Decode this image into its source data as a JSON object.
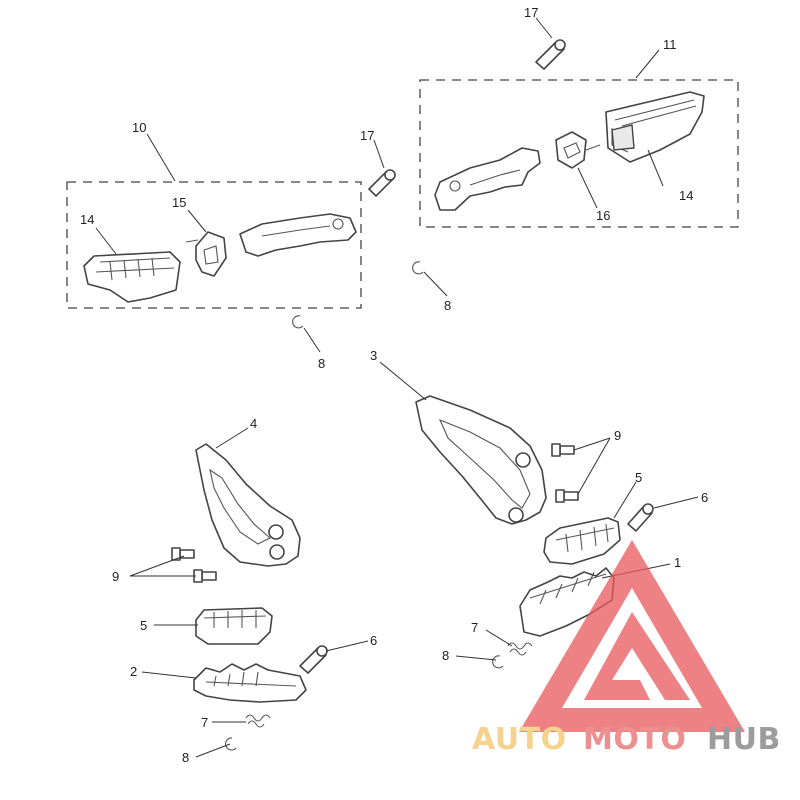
{
  "diagram": {
    "callouts": {
      "c1": "1",
      "c2": "2",
      "c3": "3",
      "c4": "4",
      "c5a": "5",
      "c5b": "5",
      "c6a": "6",
      "c6b": "6",
      "c7a": "7",
      "c7b": "7",
      "c8a": "8",
      "c8b": "8",
      "c8c": "8",
      "c8d": "8",
      "c9a": "9",
      "c9b": "9",
      "c10": "10",
      "c11": "11",
      "c14a": "14",
      "c14b": "14",
      "c15": "15",
      "c16": "16",
      "c17a": "17",
      "c17b": "17"
    }
  },
  "watermark": {
    "part1": "AUTO",
    "part2": "MOTO",
    "part3": "HUB",
    "colors": {
      "auto": "#f3c46a",
      "moto": "#e96a6a",
      "hub": "#7b7b7b",
      "triangle": "#e8585a"
    }
  }
}
